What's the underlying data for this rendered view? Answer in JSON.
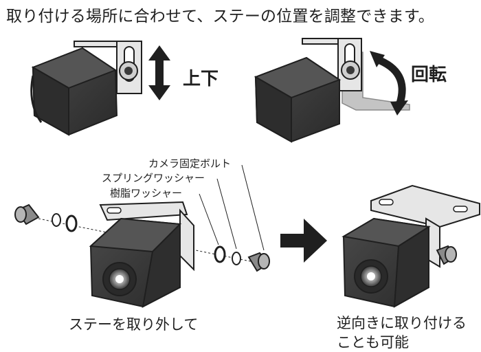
{
  "headline": "取り付ける場所に合わせて、ステーの位置を調整できます。",
  "adjust": {
    "vertical_label": "上下",
    "rotation_label": "回転"
  },
  "parts": {
    "bolt": "カメラ固定ボルト",
    "spring_washer": "スプリングワッシャー",
    "resin_washer": "樹脂ワッシャー"
  },
  "captions": {
    "remove": "ステーを取り外して",
    "reverse_line1": "逆向きに取り付ける",
    "reverse_line2": "ことも可能"
  },
  "colors": {
    "camera_body": "#3a3a3a",
    "camera_dark": "#262626",
    "bracket": "#e6e6e6",
    "ghost_bracket": "#c4c4c4",
    "arrow": "#1f1f1f"
  },
  "icons": [
    "up-down-arrow-icon",
    "rotate-arrow-icon",
    "right-arrow-icon"
  ]
}
